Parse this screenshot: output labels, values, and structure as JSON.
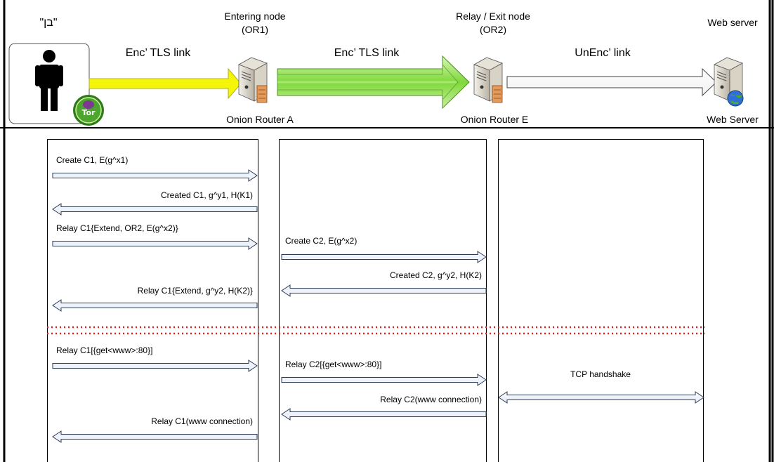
{
  "header": {
    "user_label": "\"בן\"",
    "entering_node_label": "Entering node",
    "entering_node_id": "(OR1)",
    "relay_exit_label": "Relay / Exit node",
    "relay_exit_id": "(OR2)",
    "web_server_heading": "Web server"
  },
  "links": {
    "link1_label": "Enc’ TLS link",
    "link2_label": "Enc’ TLS link",
    "link3_label": "UnEnc’ link"
  },
  "nodes": {
    "router_a": "Onion Router A",
    "router_e": "Onion Router E",
    "web_server": "Web Server"
  },
  "badge": {
    "tor_label": "Tor"
  },
  "messages": {
    "m1": "Create C1, E(g^x1)",
    "m2": "Created C1, g^y1, H(K1)",
    "m3": "Relay C1{Extend, OR2, E(g^x2)}",
    "m4": "Create C2, E(g^x2)",
    "m5": "Created C2, g^y2, H(K2)",
    "m6": "Relay C1{Extend, g^y2, H(K2)}",
    "m7": "Relay C1[{get<www>:80}]",
    "m8": "Relay C2[{get<www>:80}]",
    "m9": "TCP handshake",
    "m10": "Relay C2(www connection)",
    "m11": "Relay C1(www connection)"
  },
  "colors": {
    "yellow_arrow": "#f5f50a",
    "green_arrow": "#8fe046",
    "separator": "#e02020",
    "msg_arrow_fill": "#eef2fa"
  }
}
